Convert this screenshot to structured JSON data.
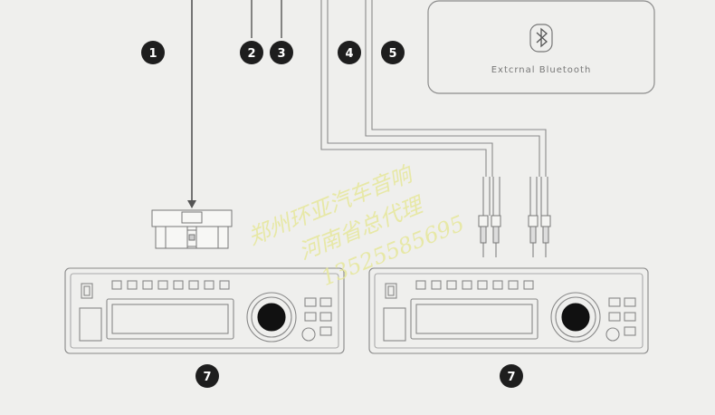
{
  "badges": {
    "b1": "1",
    "b2": "2",
    "b3": "3",
    "b4": "4",
    "b5": "5",
    "b7a": "7",
    "b7b": "7"
  },
  "bluetooth": {
    "label": "Extcrnal Bluetooth",
    "icon": "bluetooth-icon"
  },
  "watermark": {
    "line1": "郑州环亚汽车音响",
    "line2": "河南省总代理",
    "line3": "13525585695"
  },
  "colors": {
    "background": "#efefed",
    "line": "#888888",
    "badge": "#1e1e1e",
    "watermark": "#e6e79a"
  }
}
